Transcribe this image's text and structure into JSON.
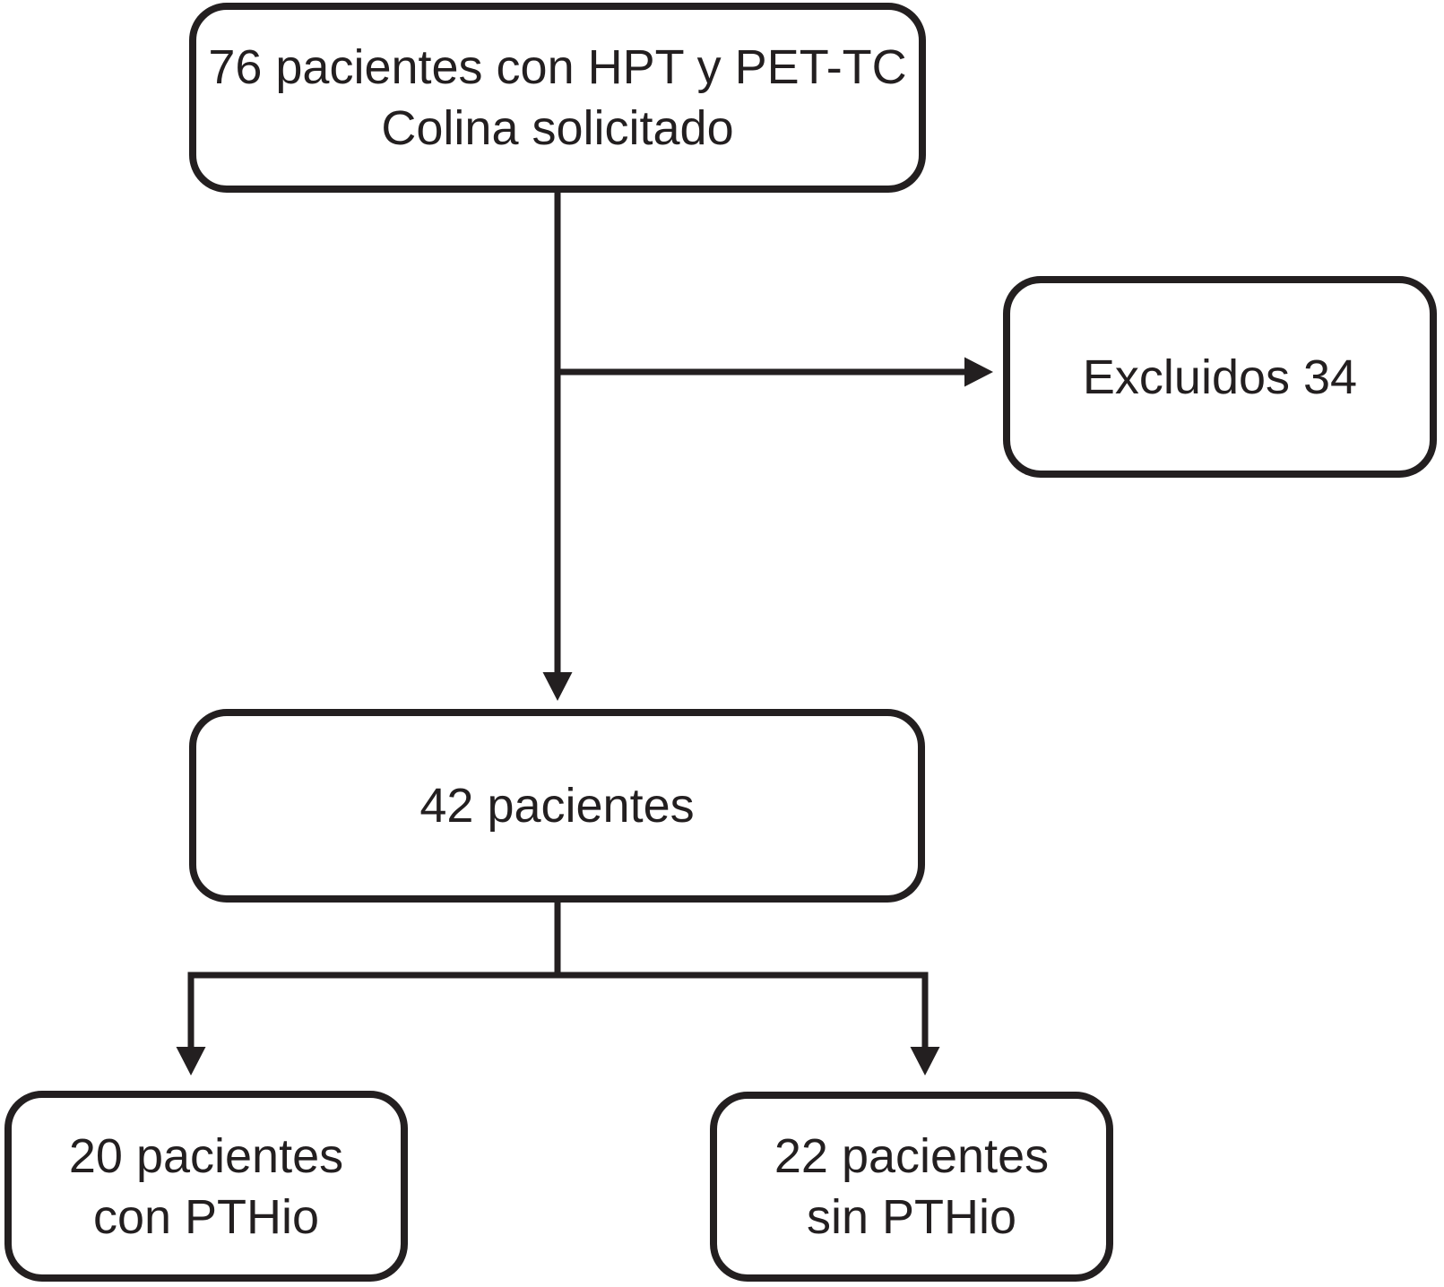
{
  "diagram": {
    "type": "flowchart",
    "background": "#ffffff",
    "stroke_color": "#231f20",
    "text_color": "#231f20",
    "nodes": {
      "initial": {
        "lines": [
          "76 pacientes con HPT y PET-TC",
          "Colina solicitado"
        ]
      },
      "excluded": {
        "lines": [
          "Excluidos 34"
        ]
      },
      "included": {
        "lines": [
          "42 pacientes"
        ]
      },
      "with_pthio": {
        "lines": [
          "20 pacientes",
          "con PTHio"
        ]
      },
      "without_pthio": {
        "lines": [
          "22 pacientes",
          "sin PTHio"
        ]
      }
    },
    "edges": [
      {
        "from": "initial",
        "to": "excluded"
      },
      {
        "from": "initial",
        "to": "included"
      },
      {
        "from": "included",
        "to": "with_pthio"
      },
      {
        "from": "included",
        "to": "without_pthio"
      }
    ]
  }
}
